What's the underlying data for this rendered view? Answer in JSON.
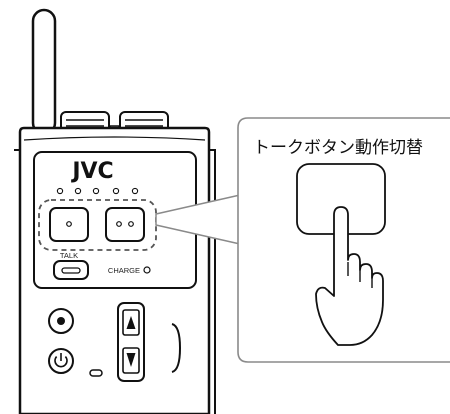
{
  "device": {
    "brand": "JVC",
    "talk_label": "TALK",
    "charge_label": "CHARGE"
  },
  "callout": {
    "title": "トークボタン動作切替"
  }
}
